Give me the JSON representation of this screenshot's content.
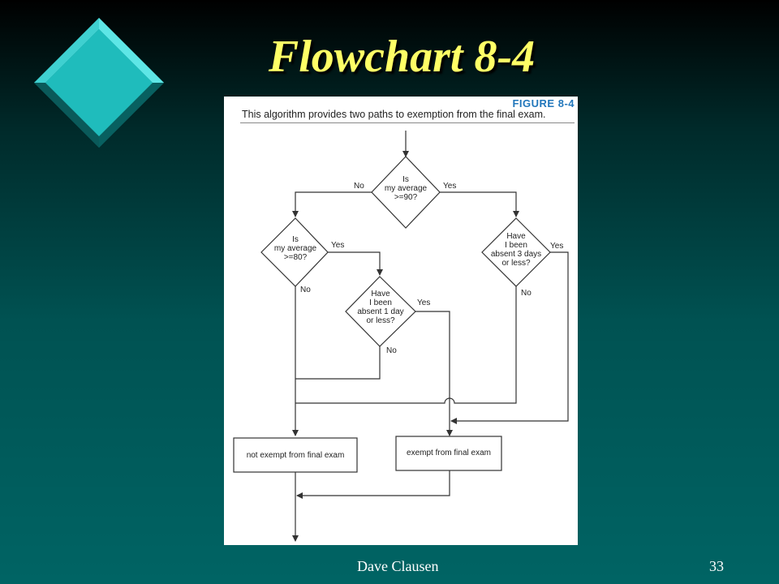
{
  "slide": {
    "title": "Flowchart 8-4",
    "author": "Dave Clausen",
    "page_number": "33"
  },
  "colors": {
    "title": "#ffff66",
    "logo_face": "#1fbcbc",
    "figure_label": "#2277bb"
  },
  "figure": {
    "label": "FIGURE 8-4",
    "caption": "This algorithm provides two paths to exemption from the final exam.",
    "decisions": {
      "avg90": "Is\nmy average\n>=90?",
      "avg80": "Is\nmy average\n>=80?",
      "absent3": "Have\nI been\nabsent 3 days\nor less?",
      "absent1": "Have\nI been\nabsent 1 day\nor less?"
    },
    "processes": {
      "not_exempt": "not exempt from final exam",
      "exempt": "exempt from final exam"
    },
    "edge_labels": {
      "avg90_no": "No",
      "avg90_yes": "Yes",
      "avg80_yes": "Yes",
      "avg80_no": "No",
      "absent3_yes": "Yes",
      "absent3_no": "No",
      "absent1_yes": "Yes",
      "absent1_no": "No"
    }
  }
}
